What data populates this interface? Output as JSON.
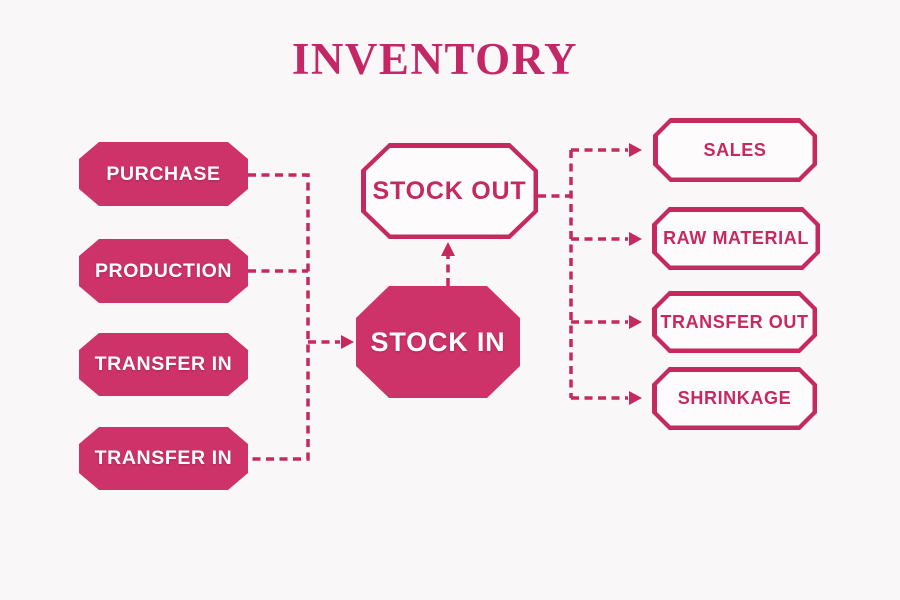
{
  "title": "INVENTORY",
  "colors": {
    "background": "#faf7f8",
    "node_fill": "#cd3368",
    "accent_stroke": "#c5295e",
    "outlined_node_fill": "#fdfbfc",
    "title_text": "#c32765",
    "text_on_fill": "#ffffff"
  },
  "nodes": {
    "inputs": [
      {
        "id": "purchase",
        "label": "PURCHASE",
        "style": "filled"
      },
      {
        "id": "production",
        "label": "PRODUCTION",
        "style": "filled"
      },
      {
        "id": "transfer-in-1",
        "label": "TRANSFER IN",
        "style": "filled"
      },
      {
        "id": "transfer-in-2",
        "label": "TRANSFER IN",
        "style": "filled"
      }
    ],
    "center": [
      {
        "id": "stock-out",
        "label": "STOCK OUT",
        "style": "outlined"
      },
      {
        "id": "stock-in",
        "label": "STOCK IN",
        "style": "filled"
      }
    ],
    "outputs": [
      {
        "id": "sales",
        "label": "SALES",
        "style": "outlined"
      },
      {
        "id": "raw-material",
        "label": "RAW MATERIAL",
        "style": "outlined"
      },
      {
        "id": "transfer-out",
        "label": "TRANSFER OUT",
        "style": "outlined"
      },
      {
        "id": "shrinkage",
        "label": "SHRINKAGE",
        "style": "outlined"
      }
    ]
  },
  "connections": [
    {
      "from": "purchase",
      "to": "stock-in",
      "via": "left-collector",
      "line": "dashed"
    },
    {
      "from": "production",
      "to": "stock-in",
      "via": "left-collector",
      "line": "dashed"
    },
    {
      "from": "transfer-in-2",
      "to": "stock-in",
      "via": "left-collector",
      "line": "dashed"
    },
    {
      "from": "stock-in",
      "to": "stock-out",
      "direction": "up",
      "line": "dashed"
    },
    {
      "from": "stock-out",
      "to": "sales",
      "via": "right-distributor",
      "line": "dashed"
    },
    {
      "from": "stock-out",
      "to": "raw-material",
      "via": "right-distributor",
      "line": "dashed"
    },
    {
      "from": "stock-out",
      "to": "transfer-out",
      "via": "right-distributor",
      "line": "dashed"
    },
    {
      "from": "stock-out",
      "to": "shrinkage",
      "via": "right-distributor",
      "line": "dashed"
    }
  ]
}
